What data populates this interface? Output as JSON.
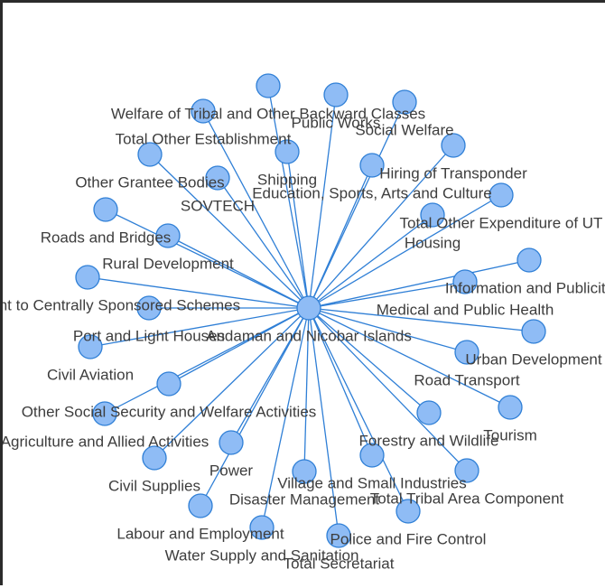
{
  "graph": {
    "center": {
      "id": "andaman",
      "label": "Andaman and Nicobar Islands"
    },
    "nodes": [
      {
        "id": "welfare-tribal",
        "label": "Welfare of Tribal and Other Backward Classes"
      },
      {
        "id": "public-works",
        "label": "Public Works"
      },
      {
        "id": "social-welfare",
        "label": "Social Welfare"
      },
      {
        "id": "total-other-establishment",
        "label": "Total Other Establishment"
      },
      {
        "id": "shipping",
        "label": "Shipping"
      },
      {
        "id": "hiring-transponder",
        "label": "Hiring of Transponder"
      },
      {
        "id": "other-grantee-bodies",
        "label": "Other Grantee Bodies"
      },
      {
        "id": "education-sports",
        "label": "Education, Sports, Arts and Culture"
      },
      {
        "id": "sovtech",
        "label": "SOVTECH"
      },
      {
        "id": "total-other-expenditure",
        "label": "Total Other Expenditure of UT"
      },
      {
        "id": "housing",
        "label": "Housing"
      },
      {
        "id": "roads-bridges",
        "label": "Roads and Bridges"
      },
      {
        "id": "rural-development",
        "label": "Rural Development"
      },
      {
        "id": "information-publicity",
        "label": "Information and Publicity"
      },
      {
        "id": "centrally-sponsored",
        "label": "Adjustment to Centrally Sponsored Schemes"
      },
      {
        "id": "medical-public-health",
        "label": "Medical and Public Health"
      },
      {
        "id": "port-lighthouses",
        "label": "Port and Light Houses"
      },
      {
        "id": "urban-development",
        "label": "Urban Development"
      },
      {
        "id": "civil-aviation",
        "label": "Civil Aviation"
      },
      {
        "id": "road-transport",
        "label": "Road Transport"
      },
      {
        "id": "other-social-security",
        "label": "Other Social Security and Welfare Activities"
      },
      {
        "id": "tourism",
        "label": "Tourism"
      },
      {
        "id": "agriculture",
        "label": "Agriculture and Allied Activities"
      },
      {
        "id": "forestry-wildlife",
        "label": "Forestry and Wildlife"
      },
      {
        "id": "power",
        "label": "Power"
      },
      {
        "id": "village-small-industries",
        "label": "Village and Small Industries"
      },
      {
        "id": "civil-supplies",
        "label": "Civil Supplies"
      },
      {
        "id": "total-tribal-area",
        "label": "Total Tribal Area Component"
      },
      {
        "id": "disaster-management",
        "label": "Disaster Management"
      },
      {
        "id": "labour-employment",
        "label": "Labour and Employment"
      },
      {
        "id": "police-fire",
        "label": "Police and Fire Control"
      },
      {
        "id": "water-supply",
        "label": "Water Supply and Sanitation"
      },
      {
        "id": "total-secretariat",
        "label": "Total Secretariat"
      }
    ]
  },
  "colors": {
    "node_fill": "#8fbcf5",
    "edge_stroke": "#2f7fd6",
    "label_text": "#3d3d3d"
  }
}
